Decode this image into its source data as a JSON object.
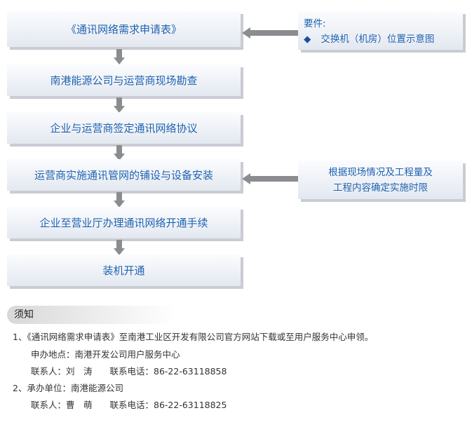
{
  "steps": [
    "《通讯网络需求申请表》",
    "南港能源公司与运营商现场勘查",
    "企业与运营商签定通讯网络协议",
    "运营商实施通讯管网的铺设与设备安装",
    "企业至营业厅办理通讯网络开通手续",
    "装机开通"
  ],
  "side1": {
    "title": "要件:",
    "bullet": "◆",
    "item": "交换机（机房）位置示意图"
  },
  "side2": {
    "line1": "根据现场情况及工程量及",
    "line2": "工程内容确定实施时限"
  },
  "notice": {
    "title": "须知",
    "lines": [
      "1、《通讯网络需求申请表》至南港工业区开发有限公司官方网站下载或至用户服务中心申领。",
      "申办地点：南港开发公司用户服务中心",
      "联系人：刘　涛　　联系电话：86-22-63118858",
      "2、承办单位：南港能源公司",
      "联系人：曹　萌　　联系电话：86-22-63118825"
    ]
  },
  "colors": {
    "text": "#1b5fae",
    "arrow": "#8a8c90",
    "bullet": "#1b4fa0"
  }
}
